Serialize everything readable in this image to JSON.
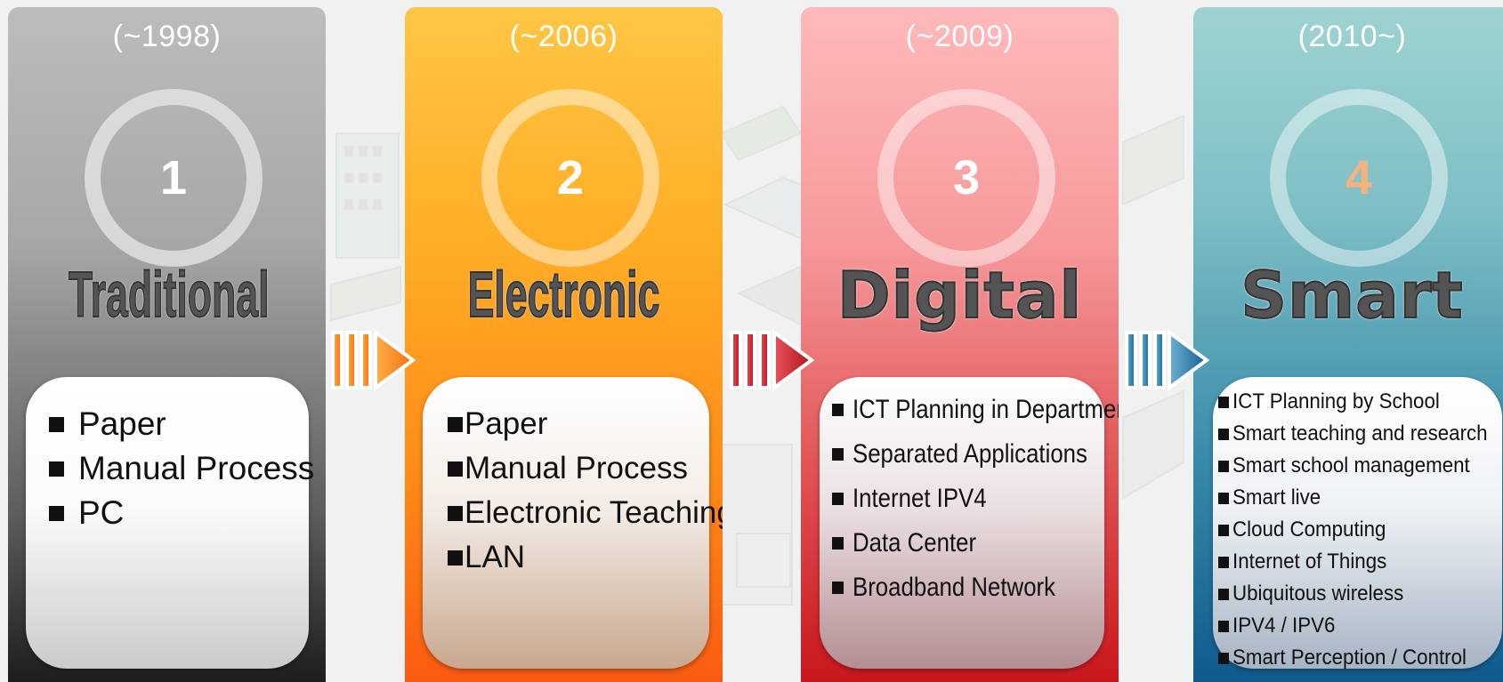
{
  "stages": [
    {
      "year": "(~1998)",
      "number": "1",
      "title": "Traditional",
      "items": [
        "Paper",
        "Manual Process",
        "PC"
      ]
    },
    {
      "year": "(~2006)",
      "number": "2",
      "title": "Electronic",
      "items": [
        "Paper",
        "Manual Process",
        "Electronic Teaching",
        "LAN"
      ]
    },
    {
      "year": "(~2009)",
      "number": "3",
      "title": "Digital",
      "items": [
        "ICT Planning in Department",
        "Separated Applications",
        "Internet IPV4",
        "Data Center",
        "Broadband Network"
      ]
    },
    {
      "year": "(2010~)",
      "number": "4",
      "title": "Smart",
      "items": [
        "ICT Planning by School",
        "Smart teaching and research",
        "Smart school management",
        "Smart live",
        "Cloud Computing",
        "Internet of Things",
        "Ubiquitous wireless",
        "IPV4 / IPV6",
        "Smart Perception / Control"
      ]
    }
  ],
  "colors": {
    "stage_1": "#a7a7a7",
    "stage_2": "#ffad26",
    "stage_3": "#f6999b",
    "stage_4": "#7ebfc6",
    "arrow_1": "#f47a1c",
    "arrow_2": "#c4242a",
    "arrow_3": "#1d6f99"
  },
  "icons": {
    "arrow": "chevron-arrow-right-icon",
    "bullet": "square-bullet-icon"
  }
}
